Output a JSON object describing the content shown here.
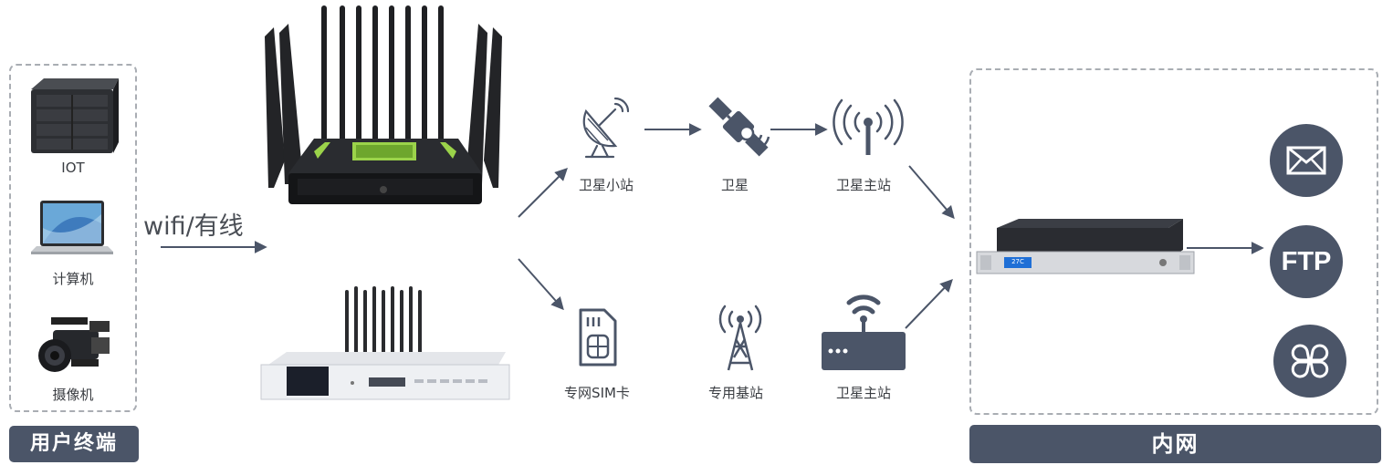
{
  "user_terminals": {
    "items": [
      {
        "label": "IOT",
        "icon": "storage-server-icon"
      },
      {
        "label": "计算机",
        "icon": "laptop-icon"
      },
      {
        "label": "摄像机",
        "icon": "video-camera-icon"
      }
    ],
    "footer": "用户终端"
  },
  "connection_label": "wifi/有线",
  "satellite_path": {
    "nodes": [
      {
        "label": "卫星小站",
        "icon": "satellite-dish-icon"
      },
      {
        "label": "卫星",
        "icon": "satellite-icon"
      },
      {
        "label": "卫星主站",
        "icon": "broadcast-tower-icon"
      }
    ]
  },
  "cellular_path": {
    "nodes": [
      {
        "label": "专网SIM卡",
        "icon": "sim-card-icon"
      },
      {
        "label": "专用基站",
        "icon": "cell-tower-icon"
      },
      {
        "label": "卫星主站",
        "icon": "wireless-router-icon"
      }
    ]
  },
  "intranet": {
    "footer": "内网",
    "server_display": "27C",
    "services": [
      {
        "label": "",
        "icon": "mail-icon"
      },
      {
        "label": "FTP",
        "icon": "ftp-icon"
      },
      {
        "label": "",
        "icon": "app-grid-icon"
      }
    ]
  },
  "colors": {
    "accent": "#4b5568",
    "arrow": "#4b5568",
    "dash": "#a9adb3",
    "router_green": "#9bd34a"
  }
}
